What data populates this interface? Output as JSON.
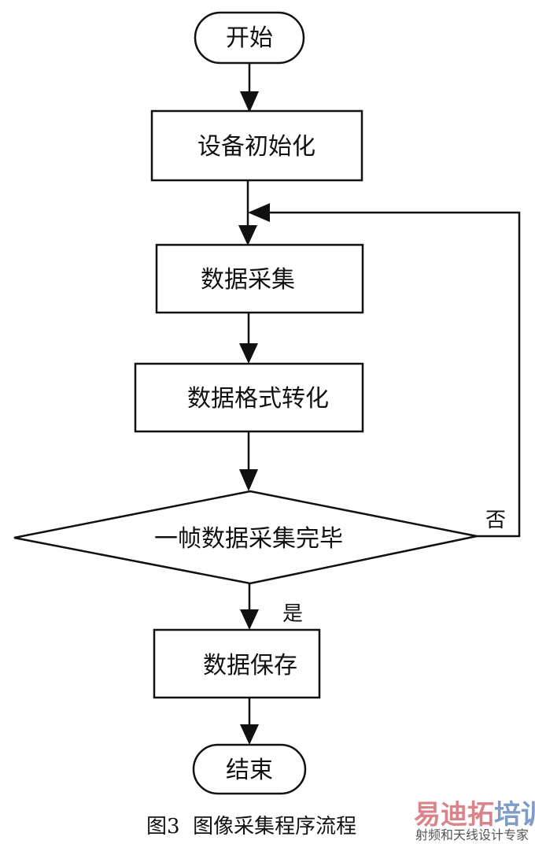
{
  "flowchart": {
    "nodes": {
      "start": {
        "type": "terminal",
        "label": "开始"
      },
      "init": {
        "type": "process",
        "label": "设备初始化"
      },
      "acquire": {
        "type": "process",
        "label": "数据采集"
      },
      "convert": {
        "type": "process",
        "label": "数据格式转化"
      },
      "decision": {
        "type": "decision",
        "label": "一帧数据采集完毕"
      },
      "save": {
        "type": "process",
        "label": "数据保存"
      },
      "end": {
        "type": "terminal",
        "label": "结束"
      }
    },
    "edges": [
      {
        "from": "start",
        "to": "init",
        "label": ""
      },
      {
        "from": "init",
        "to": "acquire",
        "label": ""
      },
      {
        "from": "acquire",
        "to": "convert",
        "label": ""
      },
      {
        "from": "convert",
        "to": "decision",
        "label": ""
      },
      {
        "from": "decision",
        "to": "save",
        "label": "是"
      },
      {
        "from": "decision",
        "to": "acquire",
        "label": "否"
      },
      {
        "from": "save",
        "to": "end",
        "label": ""
      }
    ],
    "branch_labels": {
      "yes": "是",
      "no": "否"
    }
  },
  "caption": "图3  图像采集程序流程",
  "watermark": {
    "parts": [
      {
        "text": "易迪拓",
        "color": "#d9848a"
      },
      {
        "text": "培训",
        "color": "#7f9cc7"
      }
    ],
    "subtitle": "射频和天线设计专家"
  }
}
